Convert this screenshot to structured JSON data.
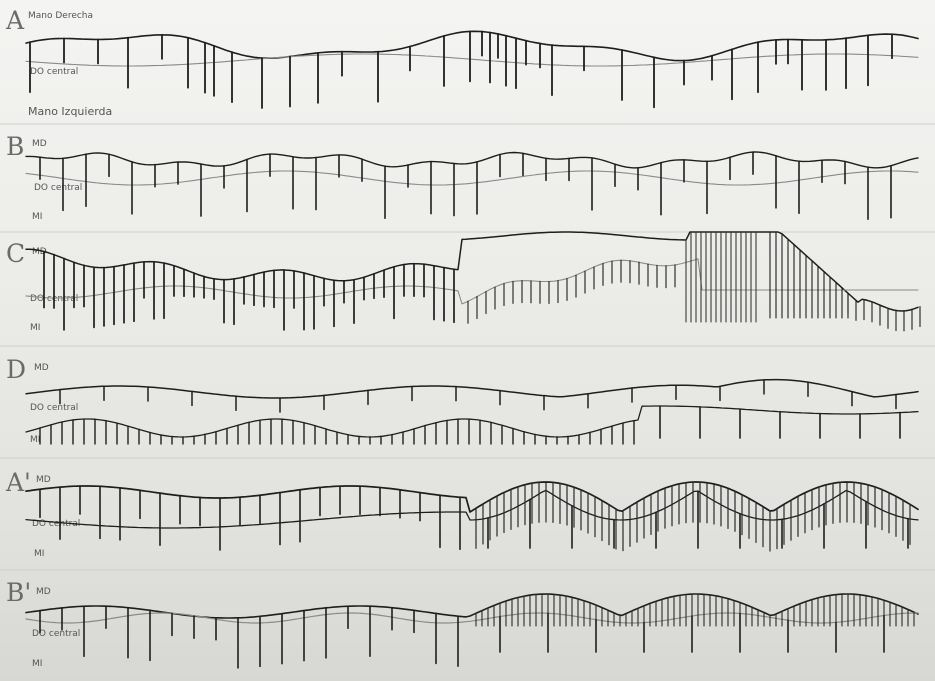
{
  "sections": [
    {
      "id": "A",
      "letter": "A",
      "md": "Mano Derecha",
      "do": "DO central",
      "mi": "Mano Izquierda"
    },
    {
      "id": "B",
      "letter": "B",
      "md": "MD",
      "do": "DO central",
      "mi": "MI"
    },
    {
      "id": "C",
      "letter": "C",
      "md": "MD",
      "do": "DO central",
      "mi": "MI"
    },
    {
      "id": "D",
      "letter": "D",
      "md": "MD",
      "do": "DO central",
      "mi": "MI"
    },
    {
      "id": "A1",
      "letter": "A'",
      "md": "MD",
      "do": "DO central",
      "mi": "MI"
    },
    {
      "id": "B1",
      "letter": "B'",
      "md": "MD",
      "do": "DO central",
      "mi": "MI"
    }
  ]
}
